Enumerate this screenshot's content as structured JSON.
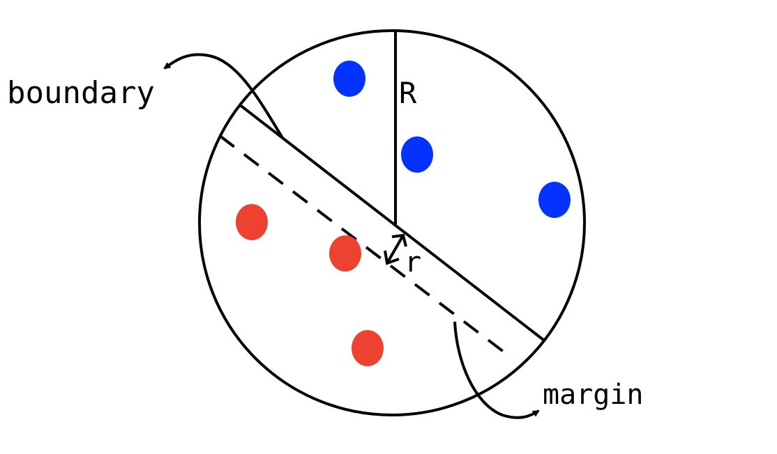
{
  "labels": {
    "boundary": "boundary",
    "radius_big": "R",
    "radius_small": "r",
    "margin": "margin"
  },
  "colors": {
    "stroke": "#000000",
    "class_positive": "#0433ff",
    "class_negative": "#ee4230",
    "background": "#ffffff"
  },
  "points": {
    "blue": 3,
    "red": 3
  }
}
